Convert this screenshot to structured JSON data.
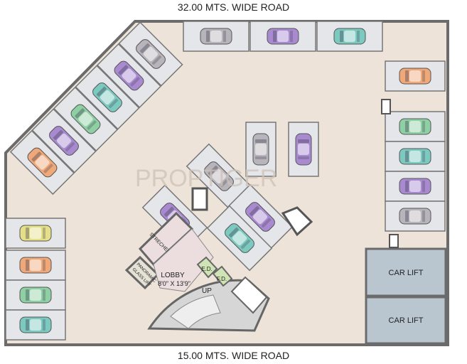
{
  "roads": {
    "top": "32.00 MTS. WIDE ROAD",
    "bottom": "15.00 MTS. WIDE ROAD"
  },
  "rooms": {
    "lobby": "LOBBY",
    "lobby_size": "8'0\" X 13'9\"",
    "stretcher_lift": "STRECHER LIFT",
    "panoramic_lift_1": "PANORAMIC",
    "panoramic_lift_2": "GLASS LIFT",
    "ed": "E.D.",
    "fd": "F.D.",
    "up": "UP",
    "car_lift_1": "CAR LIFT",
    "car_lift_2": "CAR LIFT"
  },
  "watermark": "PROPTIGER",
  "colors": {
    "floor": "#eee3d8",
    "wall": "#6b6b6b",
    "slot": "#e4e6ea",
    "lift": "#b9c6cf"
  },
  "cars": {
    "top": [
      "#b8b4bb",
      "#a98ad0",
      "#7cc9c0"
    ],
    "right": [
      "#f0a878",
      "#8ed0a4",
      "#7cc9c0",
      "#a98ad0",
      "#b8b4bb"
    ],
    "left": [
      "#e6df8a",
      "#f0a878",
      "#8ed0a4",
      "#7cc9c0"
    ],
    "diagonal": [
      "#b8b4bb",
      "#a98ad0",
      "#7cc9c0",
      "#8ed0a4",
      "#a98ad0",
      "#f0a878"
    ],
    "center_vertical": [
      "#b8b4bb",
      "#a98ad0"
    ],
    "center_diagonal": [
      "#b8b4bb",
      "#a98ad0",
      "#a98ad0",
      "#7cc9c0"
    ]
  }
}
